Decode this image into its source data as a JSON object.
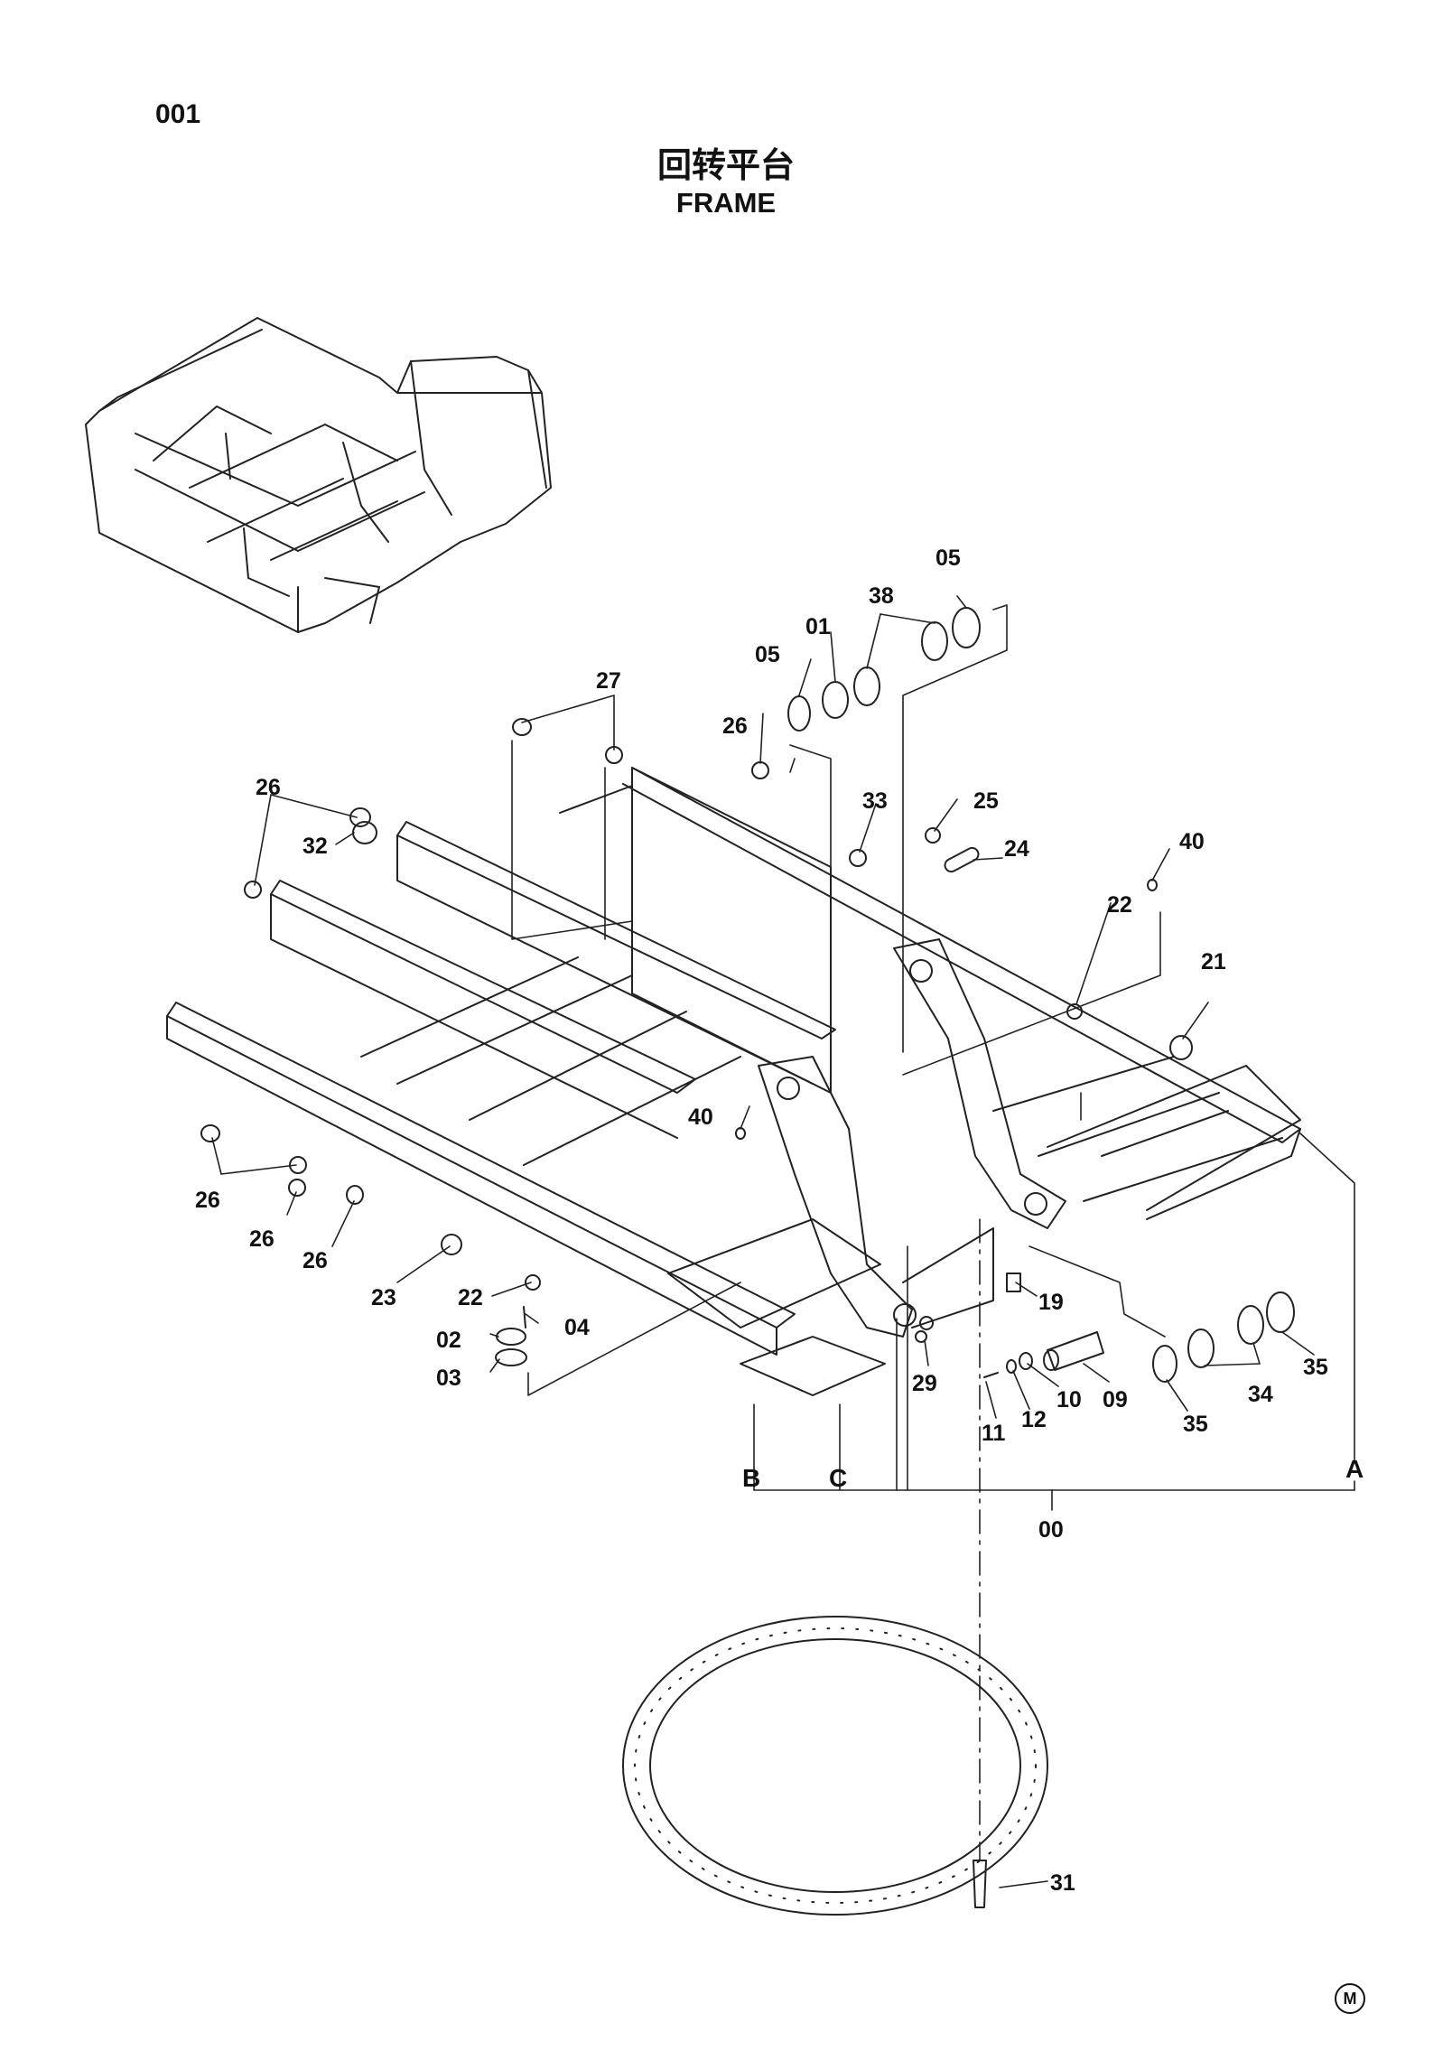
{
  "header": {
    "page_number": "001",
    "title_cn": "回转平台",
    "title_en": "FRAME"
  },
  "callouts": [
    {
      "id": "c-27",
      "label": "27"
    },
    {
      "id": "c-26a",
      "label": "26"
    },
    {
      "id": "c-05a",
      "label": "05"
    },
    {
      "id": "c-01",
      "label": "01"
    },
    {
      "id": "c-38",
      "label": "38"
    },
    {
      "id": "c-05b",
      "label": "05"
    },
    {
      "id": "c-26b",
      "label": "26"
    },
    {
      "id": "c-32",
      "label": "32"
    },
    {
      "id": "c-33",
      "label": "33"
    },
    {
      "id": "c-25",
      "label": "25"
    },
    {
      "id": "c-24",
      "label": "24"
    },
    {
      "id": "c-40a",
      "label": "40"
    },
    {
      "id": "c-22a",
      "label": "22"
    },
    {
      "id": "c-21",
      "label": "21"
    },
    {
      "id": "c-40b",
      "label": "40"
    },
    {
      "id": "c-26c",
      "label": "26"
    },
    {
      "id": "c-26d",
      "label": "26"
    },
    {
      "id": "c-26e",
      "label": "26"
    },
    {
      "id": "c-23",
      "label": "23"
    },
    {
      "id": "c-22b",
      "label": "22"
    },
    {
      "id": "c-04",
      "label": "04"
    },
    {
      "id": "c-02",
      "label": "02"
    },
    {
      "id": "c-03",
      "label": "03"
    },
    {
      "id": "c-29",
      "label": "29"
    },
    {
      "id": "c-19",
      "label": "19"
    },
    {
      "id": "c-11",
      "label": "11"
    },
    {
      "id": "c-12",
      "label": "12"
    },
    {
      "id": "c-10",
      "label": "10"
    },
    {
      "id": "c-09",
      "label": "09"
    },
    {
      "id": "c-35a",
      "label": "35"
    },
    {
      "id": "c-34",
      "label": "34"
    },
    {
      "id": "c-35b",
      "label": "35"
    },
    {
      "id": "c-00",
      "label": "00"
    },
    {
      "id": "c-31",
      "label": "31"
    }
  ],
  "reference_letters": [
    "B",
    "C",
    "A"
  ],
  "footer": {
    "mark": "M"
  }
}
